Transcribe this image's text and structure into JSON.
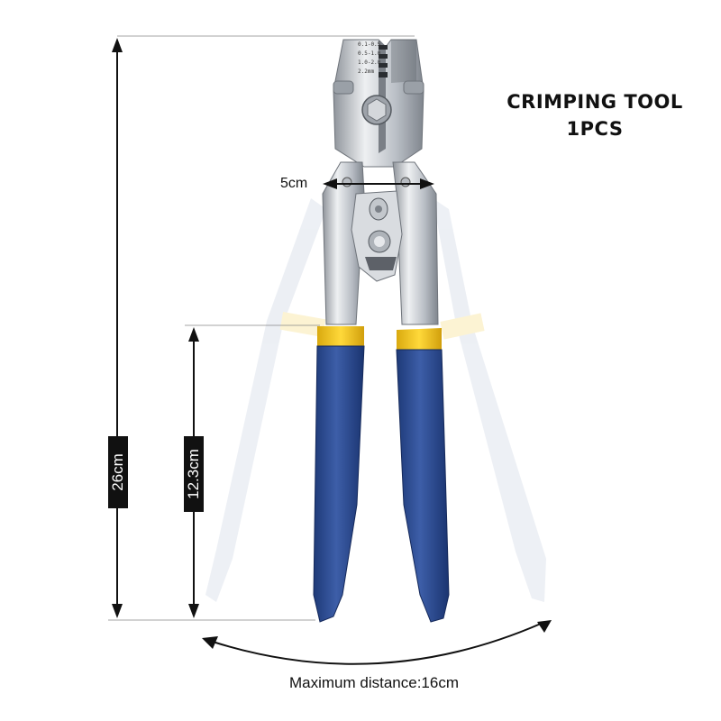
{
  "product": {
    "title_line1": "CRIMPING TOOL",
    "title_line2": "1PCS"
  },
  "dimensions": {
    "total_length": "26cm",
    "handle_length": "12.3cm",
    "jaw_width": "5cm",
    "max_opening": "Maximum distance:16cm"
  },
  "jaw_markings": [
    "0.1-0.5",
    "0.5-1.0",
    "1.0-2.0",
    "2.2mm"
  ],
  "colors": {
    "handle_grip": "#2a4a8f",
    "handle_collar": "#f2c21b",
    "steel": "#c9ccd1",
    "label_box": "#111111"
  }
}
